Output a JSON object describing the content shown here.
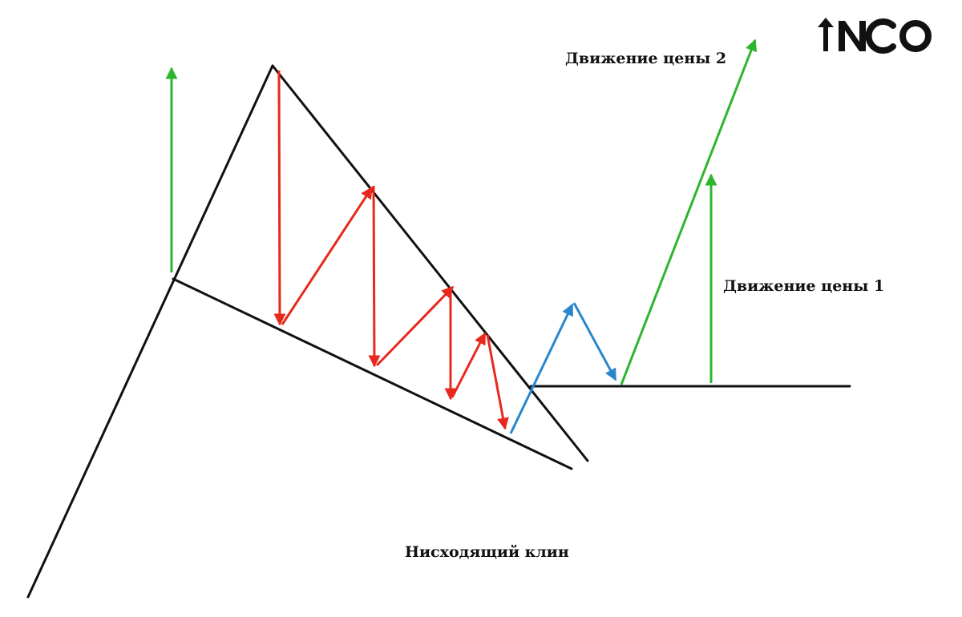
{
  "labels": {
    "price_move_2": "Движение цены 2",
    "price_move_1": "Движение цены 1",
    "pattern_name": "Нисходящий клин"
  },
  "logo": {
    "text": "INCO"
  },
  "colors": {
    "trendline": "#111111",
    "oscillation": "#e8281c",
    "breakout": "#2a86cc",
    "target": "#2db52d",
    "background": "#ffffff"
  }
}
